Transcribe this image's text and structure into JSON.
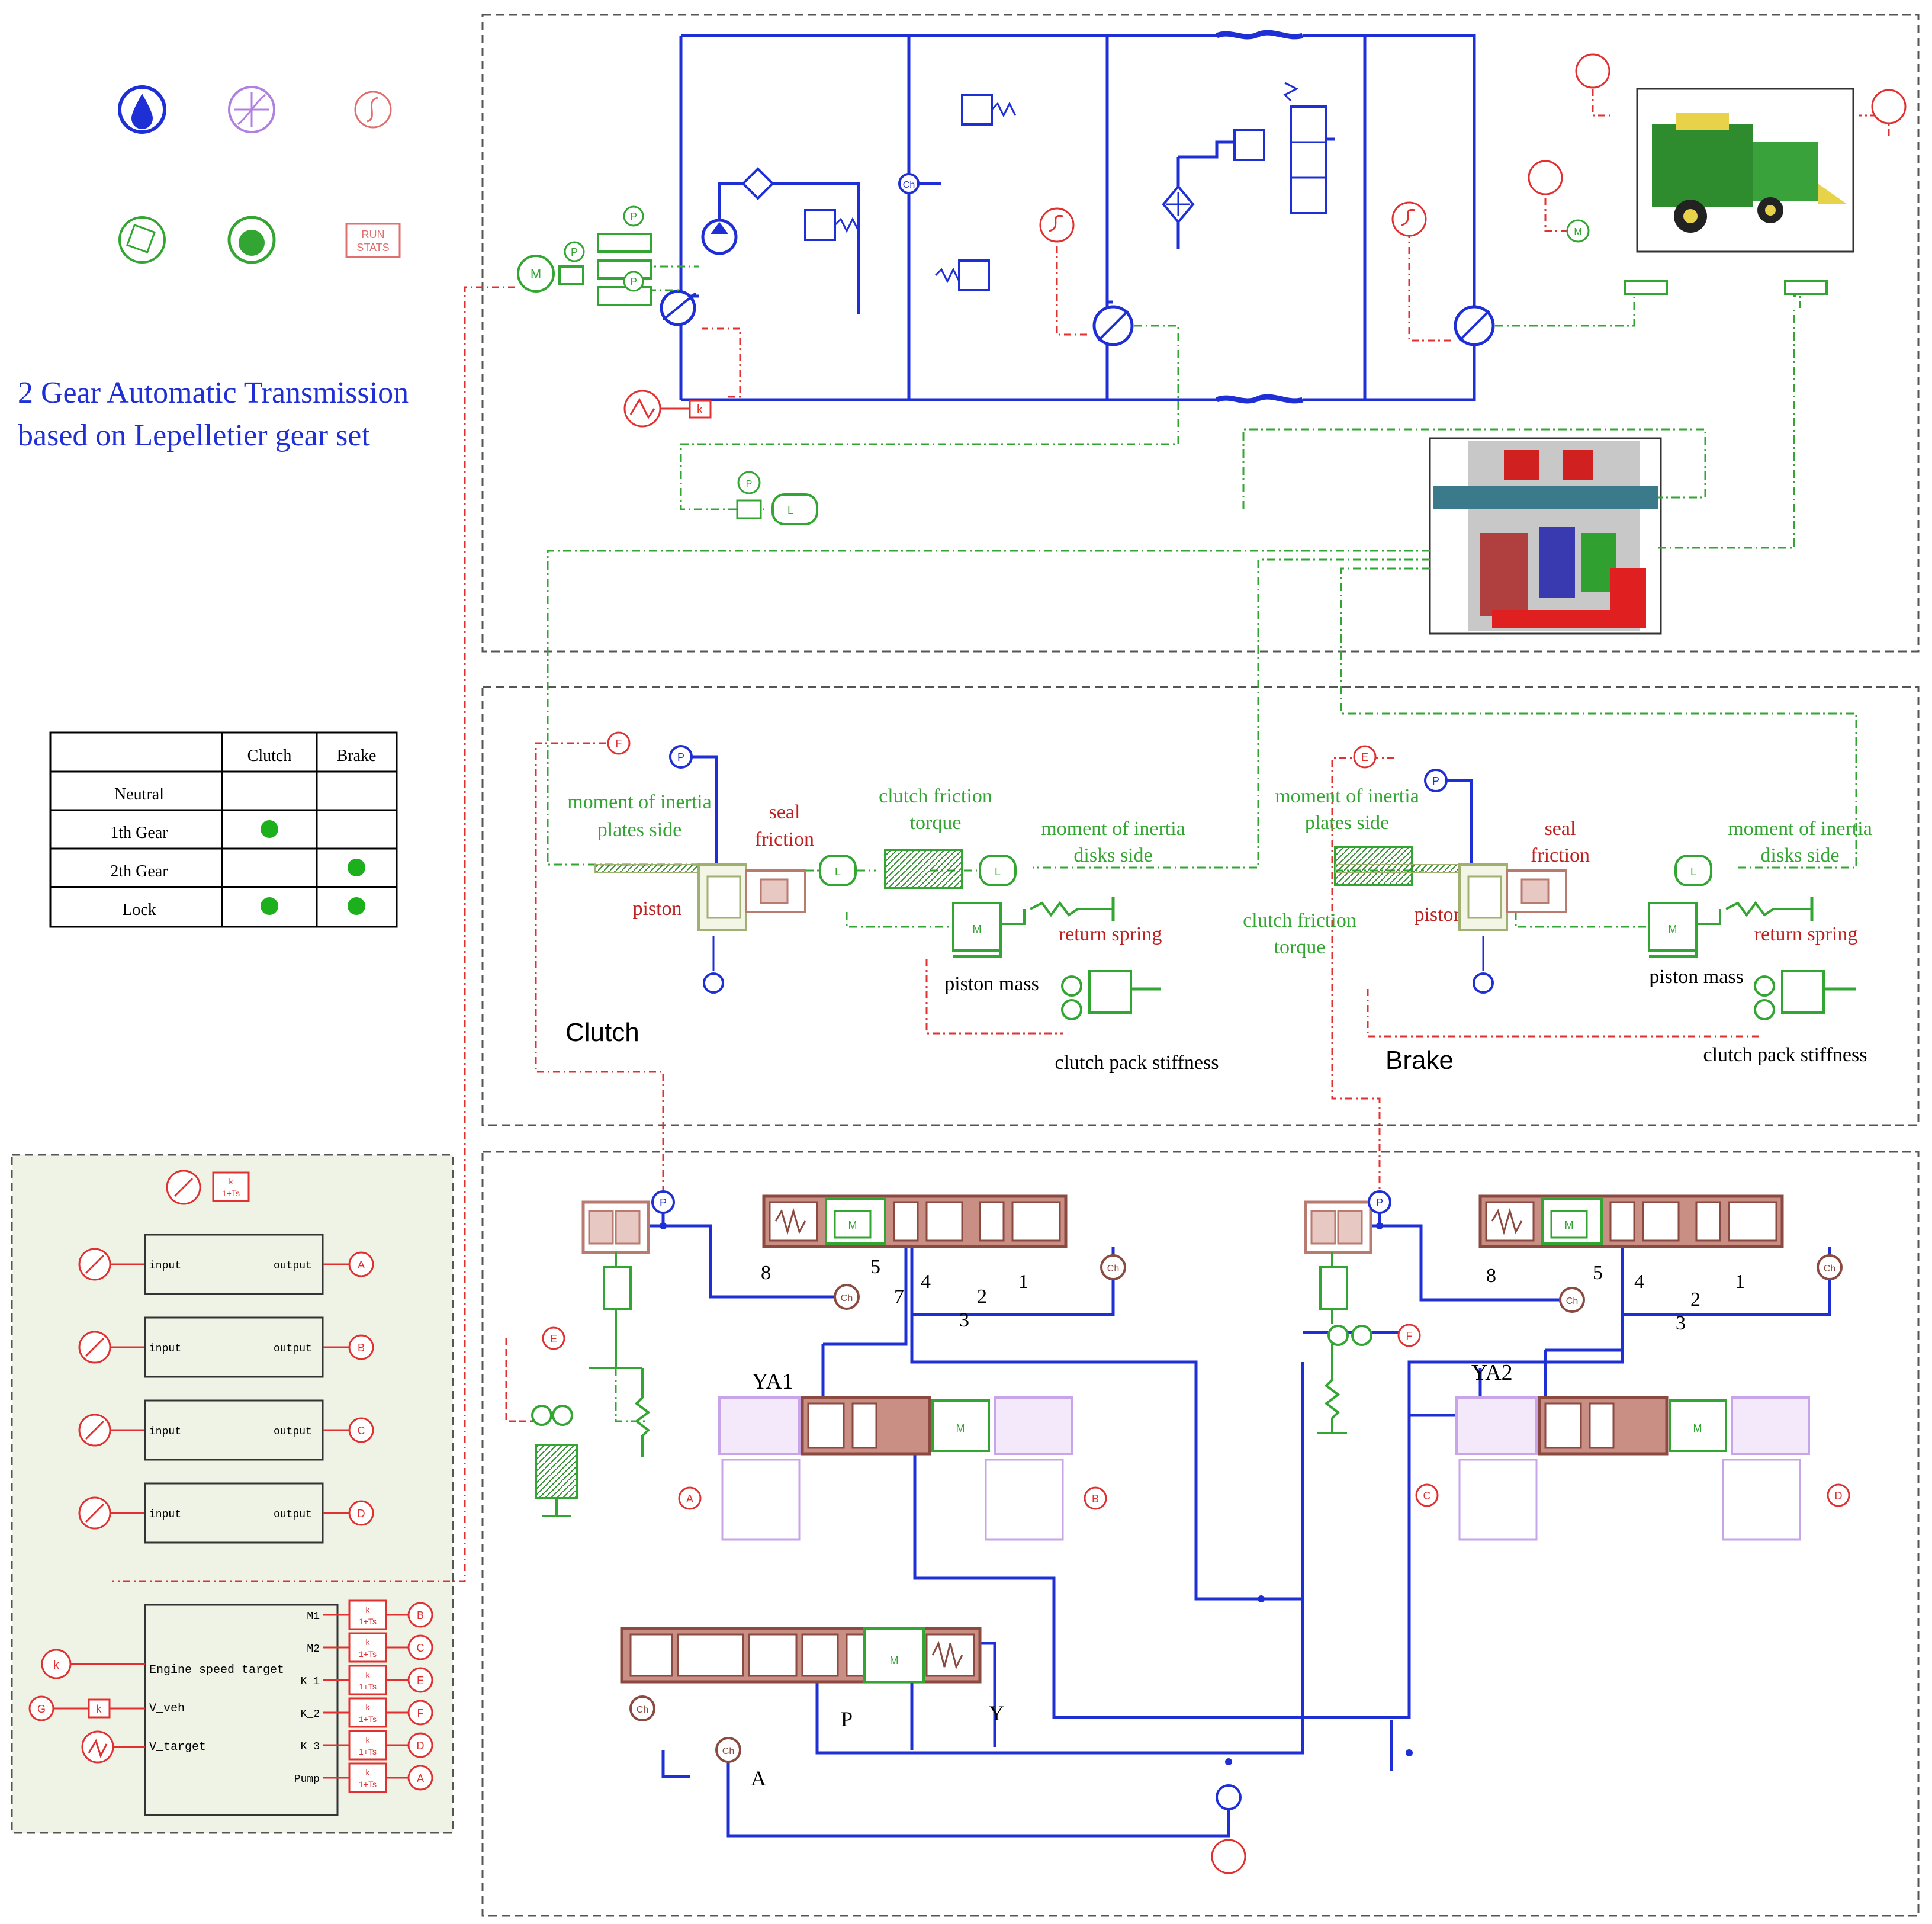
{
  "title": {
    "line1": "2 Gear Automatic Transmission",
    "line2": "based on Lepelletier gear set"
  },
  "colors": {
    "hydraulic": "#1f2fd6",
    "mechanical": "#33a532",
    "signal": "#e03030",
    "valve_body": "#b97a70",
    "solenoid": "#c8a4e8"
  },
  "icons": [
    "hydraulic-library-icon",
    "magnetic-library-icon",
    "signal-library-icon",
    "planetary-library-icon",
    "mechanical-library-icon",
    "run-stats-icon"
  ],
  "run_stats": {
    "line1": "RUN",
    "line2": "STATS"
  },
  "shift_table": {
    "headers": [
      "",
      "Clutch",
      "Brake"
    ],
    "rows": [
      {
        "label": "Neutral",
        "clutch": false,
        "brake": false
      },
      {
        "label": "1th Gear",
        "clutch": true,
        "brake": false
      },
      {
        "label": "2th Gear",
        "clutch": false,
        "brake": true
      },
      {
        "label": "Lock",
        "clutch": true,
        "brake": true
      }
    ]
  },
  "clutch_section": {
    "name": "Clutch",
    "inertia_plates": [
      "moment of inertia",
      "plates side"
    ],
    "seal_friction": [
      "seal",
      "friction"
    ],
    "friction_torque": [
      "clutch friction",
      "torque"
    ],
    "inertia_disks": [
      "moment of inertia",
      "disks side"
    ],
    "piston": "piston",
    "return_spring": "return spring",
    "piston_mass": "piston mass",
    "pack_stiffness": "clutch pack stiffness"
  },
  "brake_section": {
    "name": "Brake",
    "inertia_plates": [
      "moment of inertia",
      "plates side"
    ],
    "seal_friction": [
      "seal",
      "friction"
    ],
    "friction_torque": [
      "clutch friction",
      "torque"
    ],
    "inertia_disks": [
      "moment of inertia",
      "disks side"
    ],
    "piston": "piston",
    "return_spring": "return spring",
    "piston_mass": "piston mass",
    "pack_stiffness": "clutch pack stiffness"
  },
  "valves": {
    "valve1_ports": [
      "8",
      "5",
      "7",
      "4",
      "3",
      "2",
      "1"
    ],
    "valve2_ports": [
      "8",
      "5",
      "4",
      "3",
      "2",
      "1"
    ],
    "ya1": "YA1",
    "ya2": "YA2",
    "main_valve_ports": [
      "P",
      "Y",
      "A"
    ]
  },
  "controller": {
    "input_label": "input",
    "output_label": "output",
    "block_outputs": [
      "A",
      "B",
      "C",
      "D"
    ],
    "inputs": [
      "Engine_speed_target",
      "V_veh",
      "V_target"
    ],
    "outputs": [
      "M1",
      "M2",
      "K_1",
      "K_2",
      "K_3",
      "Pump"
    ],
    "output_targets": [
      "B",
      "C",
      "E",
      "F",
      "D",
      "A"
    ],
    "transfer_fn": [
      "k",
      "1+Ts"
    ],
    "gain": "k",
    "signal_g": "G"
  },
  "misc_labels": {
    "pressure": "P",
    "gain": "k",
    "check": "Ch",
    "motor": "M",
    "inertia": "L",
    "source_f": "F",
    "source_e": "E",
    "mass_lbl": "M"
  }
}
